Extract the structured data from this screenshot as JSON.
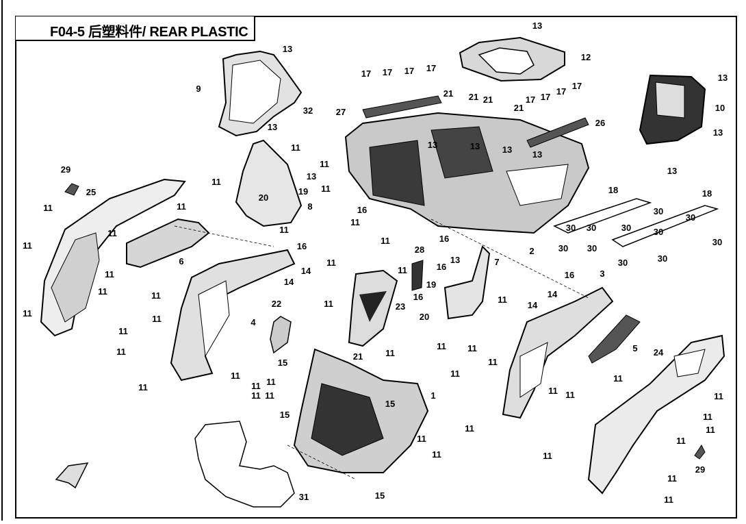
{
  "title": "F04-5 后塑料件/ REAR PLASTIC",
  "callouts": [
    {
      "id": "c13a",
      "label": "13"
    },
    {
      "id": "c12",
      "label": "12"
    },
    {
      "id": "c13b",
      "label": "13"
    },
    {
      "id": "c9",
      "label": "9"
    },
    {
      "id": "c32",
      "label": "32"
    },
    {
      "id": "c13c",
      "label": "13"
    },
    {
      "id": "c10",
      "label": "10"
    },
    {
      "id": "c13d",
      "label": "13"
    },
    {
      "id": "c13e",
      "label": "13"
    },
    {
      "id": "c13f",
      "label": "13"
    },
    {
      "id": "c17a",
      "label": "17"
    },
    {
      "id": "c17b",
      "label": "17"
    },
    {
      "id": "c17c",
      "label": "17"
    },
    {
      "id": "c17d",
      "label": "17"
    },
    {
      "id": "c17e",
      "label": "17"
    },
    {
      "id": "c17f",
      "label": "17"
    },
    {
      "id": "c17g",
      "label": "17"
    },
    {
      "id": "c17h",
      "label": "17"
    },
    {
      "id": "c21a",
      "label": "21"
    },
    {
      "id": "c21b",
      "label": "21"
    },
    {
      "id": "c21c",
      "label": "21"
    },
    {
      "id": "c21d",
      "label": "21"
    },
    {
      "id": "c27",
      "label": "27"
    },
    {
      "id": "c26",
      "label": "26"
    },
    {
      "id": "c11a",
      "label": "11"
    },
    {
      "id": "c11b",
      "label": "11"
    },
    {
      "id": "c11c",
      "label": "11"
    },
    {
      "id": "c13g",
      "label": "13"
    },
    {
      "id": "c13h",
      "label": "13"
    },
    {
      "id": "c13i",
      "label": "13"
    },
    {
      "id": "c13j",
      "label": "13"
    },
    {
      "id": "c13k",
      "label": "13"
    },
    {
      "id": "c29a",
      "label": "29"
    },
    {
      "id": "c25",
      "label": "25"
    },
    {
      "id": "c11d",
      "label": "11"
    },
    {
      "id": "c19a",
      "label": "19"
    },
    {
      "id": "c20a",
      "label": "20"
    },
    {
      "id": "c8",
      "label": "8"
    },
    {
      "id": "c11e",
      "label": "11"
    },
    {
      "id": "c11f",
      "label": "11"
    },
    {
      "id": "c18a",
      "label": "18"
    },
    {
      "id": "c18b",
      "label": "18"
    },
    {
      "id": "c30a",
      "label": "30"
    },
    {
      "id": "c30b",
      "label": "30"
    },
    {
      "id": "c30c",
      "label": "30"
    },
    {
      "id": "c30d",
      "label": "30"
    },
    {
      "id": "c30e",
      "label": "30"
    },
    {
      "id": "c30f",
      "label": "30"
    },
    {
      "id": "c30g",
      "label": "30"
    },
    {
      "id": "c30h",
      "label": "30"
    },
    {
      "id": "c30i",
      "label": "30"
    },
    {
      "id": "c30j",
      "label": "30"
    },
    {
      "id": "c30k",
      "label": "30"
    },
    {
      "id": "c16a",
      "label": "16"
    },
    {
      "id": "c11g",
      "label": "11"
    },
    {
      "id": "c11h",
      "label": "11"
    },
    {
      "id": "c16b",
      "label": "16"
    },
    {
      "id": "c2",
      "label": "2"
    },
    {
      "id": "c11i",
      "label": "11"
    },
    {
      "id": "c11j",
      "label": "11"
    },
    {
      "id": "c11k",
      "label": "11"
    },
    {
      "id": "c11l",
      "label": "11"
    },
    {
      "id": "c11m",
      "label": "11"
    },
    {
      "id": "c11n",
      "label": "11"
    },
    {
      "id": "c6",
      "label": "6"
    },
    {
      "id": "c16c",
      "label": "16"
    },
    {
      "id": "c14a",
      "label": "14"
    },
    {
      "id": "c14b",
      "label": "14"
    },
    {
      "id": "c11o",
      "label": "11"
    },
    {
      "id": "c11p",
      "label": "11"
    },
    {
      "id": "c28",
      "label": "28"
    },
    {
      "id": "c13l",
      "label": "13"
    },
    {
      "id": "c7",
      "label": "7"
    },
    {
      "id": "c16d",
      "label": "16"
    },
    {
      "id": "c19b",
      "label": "19"
    },
    {
      "id": "c16e",
      "label": "16"
    },
    {
      "id": "c20b",
      "label": "20"
    },
    {
      "id": "c11q",
      "label": "11"
    },
    {
      "id": "c23",
      "label": "23"
    },
    {
      "id": "c22",
      "label": "22"
    },
    {
      "id": "c4",
      "label": "4"
    },
    {
      "id": "c11r",
      "label": "11"
    },
    {
      "id": "c11s",
      "label": "11"
    },
    {
      "id": "c11t",
      "label": "11"
    },
    {
      "id": "c11u",
      "label": "11"
    },
    {
      "id": "c11v",
      "label": "11"
    },
    {
      "id": "c11w",
      "label": "11"
    },
    {
      "id": "c21e",
      "label": "21"
    },
    {
      "id": "c11x",
      "label": "11"
    },
    {
      "id": "c16f",
      "label": "16"
    },
    {
      "id": "c3",
      "label": "3"
    },
    {
      "id": "c14c",
      "label": "14"
    },
    {
      "id": "c14d",
      "label": "14"
    },
    {
      "id": "c11y",
      "label": "11"
    },
    {
      "id": "c11z",
      "label": "11"
    },
    {
      "id": "c11aa",
      "label": "11"
    },
    {
      "id": "c11ab",
      "label": "11"
    },
    {
      "id": "c5",
      "label": "5"
    },
    {
      "id": "c11ac",
      "label": "11"
    },
    {
      "id": "c24",
      "label": "24"
    },
    {
      "id": "c15a",
      "label": "15"
    },
    {
      "id": "c11ad",
      "label": "11"
    },
    {
      "id": "c11ae",
      "label": "11"
    },
    {
      "id": "c1",
      "label": "1"
    },
    {
      "id": "c15b",
      "label": "15"
    },
    {
      "id": "c15c",
      "label": "15"
    },
    {
      "id": "c11af",
      "label": "11"
    },
    {
      "id": "c11ag",
      "label": "11"
    },
    {
      "id": "c11ah",
      "label": "11"
    },
    {
      "id": "c11ai",
      "label": "11"
    },
    {
      "id": "c11aj",
      "label": "11"
    },
    {
      "id": "c11ak",
      "label": "11"
    },
    {
      "id": "c11al",
      "label": "11"
    },
    {
      "id": "c11am",
      "label": "11"
    },
    {
      "id": "c11an",
      "label": "11"
    },
    {
      "id": "c11ao",
      "label": "11"
    },
    {
      "id": "c11ap",
      "label": "11"
    },
    {
      "id": "c29b",
      "label": "29"
    },
    {
      "id": "c11aq",
      "label": "11"
    },
    {
      "id": "c11ar",
      "label": "11"
    },
    {
      "id": "c31",
      "label": "31"
    },
    {
      "id": "c15d",
      "label": "15"
    },
    {
      "id": "c11as",
      "label": "11"
    },
    {
      "id": "c11at",
      "label": "11"
    }
  ]
}
